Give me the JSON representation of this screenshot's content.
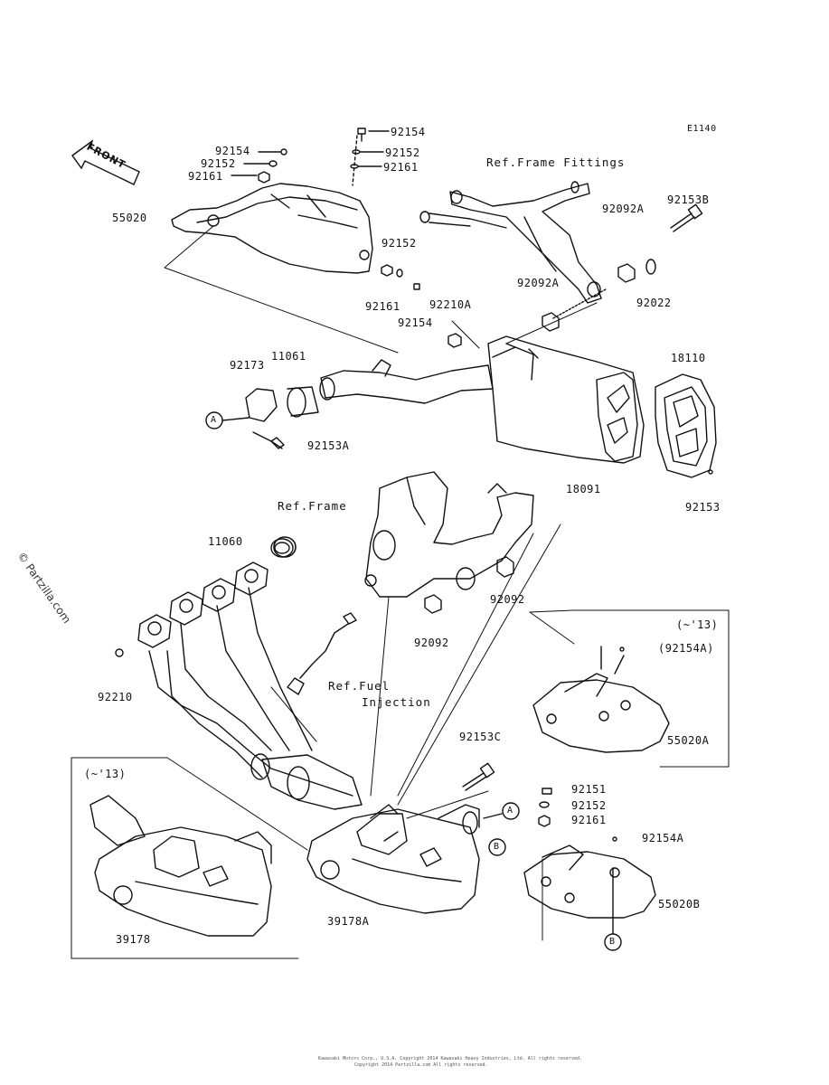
{
  "diagram_code": "E1140",
  "front_label": "FRONT",
  "watermark": "© Partzilla.com",
  "parts": [
    {
      "id": "p55020",
      "text": "55020"
    },
    {
      "id": "p92154_a",
      "text": "92154"
    },
    {
      "id": "p92152_a",
      "text": "92152"
    },
    {
      "id": "p92161_a",
      "text": "92161"
    },
    {
      "id": "p92154_b",
      "text": "92154"
    },
    {
      "id": "p92152_b",
      "text": "92152"
    },
    {
      "id": "p92161_b",
      "text": "92161"
    },
    {
      "id": "pRefFrameFittings",
      "text": "Ref.Frame Fittings"
    },
    {
      "id": "p92153B",
      "text": "92153B"
    },
    {
      "id": "p92092A_a",
      "text": "92092A"
    },
    {
      "id": "p92092A_b",
      "text": "92092A"
    },
    {
      "id": "p92022",
      "text": "92022"
    },
    {
      "id": "p92152_c",
      "text": "92152"
    },
    {
      "id": "p92161_c",
      "text": "92161"
    },
    {
      "id": "p92154_c",
      "text": "92154"
    },
    {
      "id": "p92210A",
      "text": "92210A"
    },
    {
      "id": "p92173",
      "text": "92173"
    },
    {
      "id": "p11061",
      "text": "11061"
    },
    {
      "id": "p18110",
      "text": "18110"
    },
    {
      "id": "p92153A",
      "text": "92153A"
    },
    {
      "id": "p18091",
      "text": "18091"
    },
    {
      "id": "p92153",
      "text": "92153"
    },
    {
      "id": "pRefFrame",
      "text": "Ref.Frame"
    },
    {
      "id": "p11060",
      "text": "11060"
    },
    {
      "id": "p92092_a",
      "text": "92092"
    },
    {
      "id": "p92092_b",
      "text": "92092"
    },
    {
      "id": "p13a",
      "text": "(~'13)"
    },
    {
      "id": "p92154A_a",
      "text": "(92154A)"
    },
    {
      "id": "pRefFuel1",
      "text": "Ref.Fuel"
    },
    {
      "id": "pRefFuel2",
      "text": "Injection"
    },
    {
      "id": "p92210",
      "text": "92210"
    },
    {
      "id": "p55020A",
      "text": "55020A"
    },
    {
      "id": "p92153C",
      "text": "92153C"
    },
    {
      "id": "p13b",
      "text": "(~'13)"
    },
    {
      "id": "p92151",
      "text": "92151"
    },
    {
      "id": "p92152_d",
      "text": "92152"
    },
    {
      "id": "p92161_d",
      "text": "92161"
    },
    {
      "id": "p92154A_b",
      "text": "92154A"
    },
    {
      "id": "p55020B",
      "text": "55020B"
    },
    {
      "id": "p39178A",
      "text": "39178A"
    },
    {
      "id": "p39178",
      "text": "39178"
    }
  ],
  "callouts": [
    {
      "id": "cA1",
      "text": "A"
    },
    {
      "id": "cA2",
      "text": "A"
    },
    {
      "id": "cB1",
      "text": "B"
    },
    {
      "id": "cB2",
      "text": "B"
    }
  ],
  "footer_line1": "Kawasaki Motors Corp., U.S.A. Copyright 2014 Kawasaki Heavy Industries, Ltd. All rights reserved.",
  "footer_line2": "Copyright 2014 Partzilla.com All rights reserved."
}
